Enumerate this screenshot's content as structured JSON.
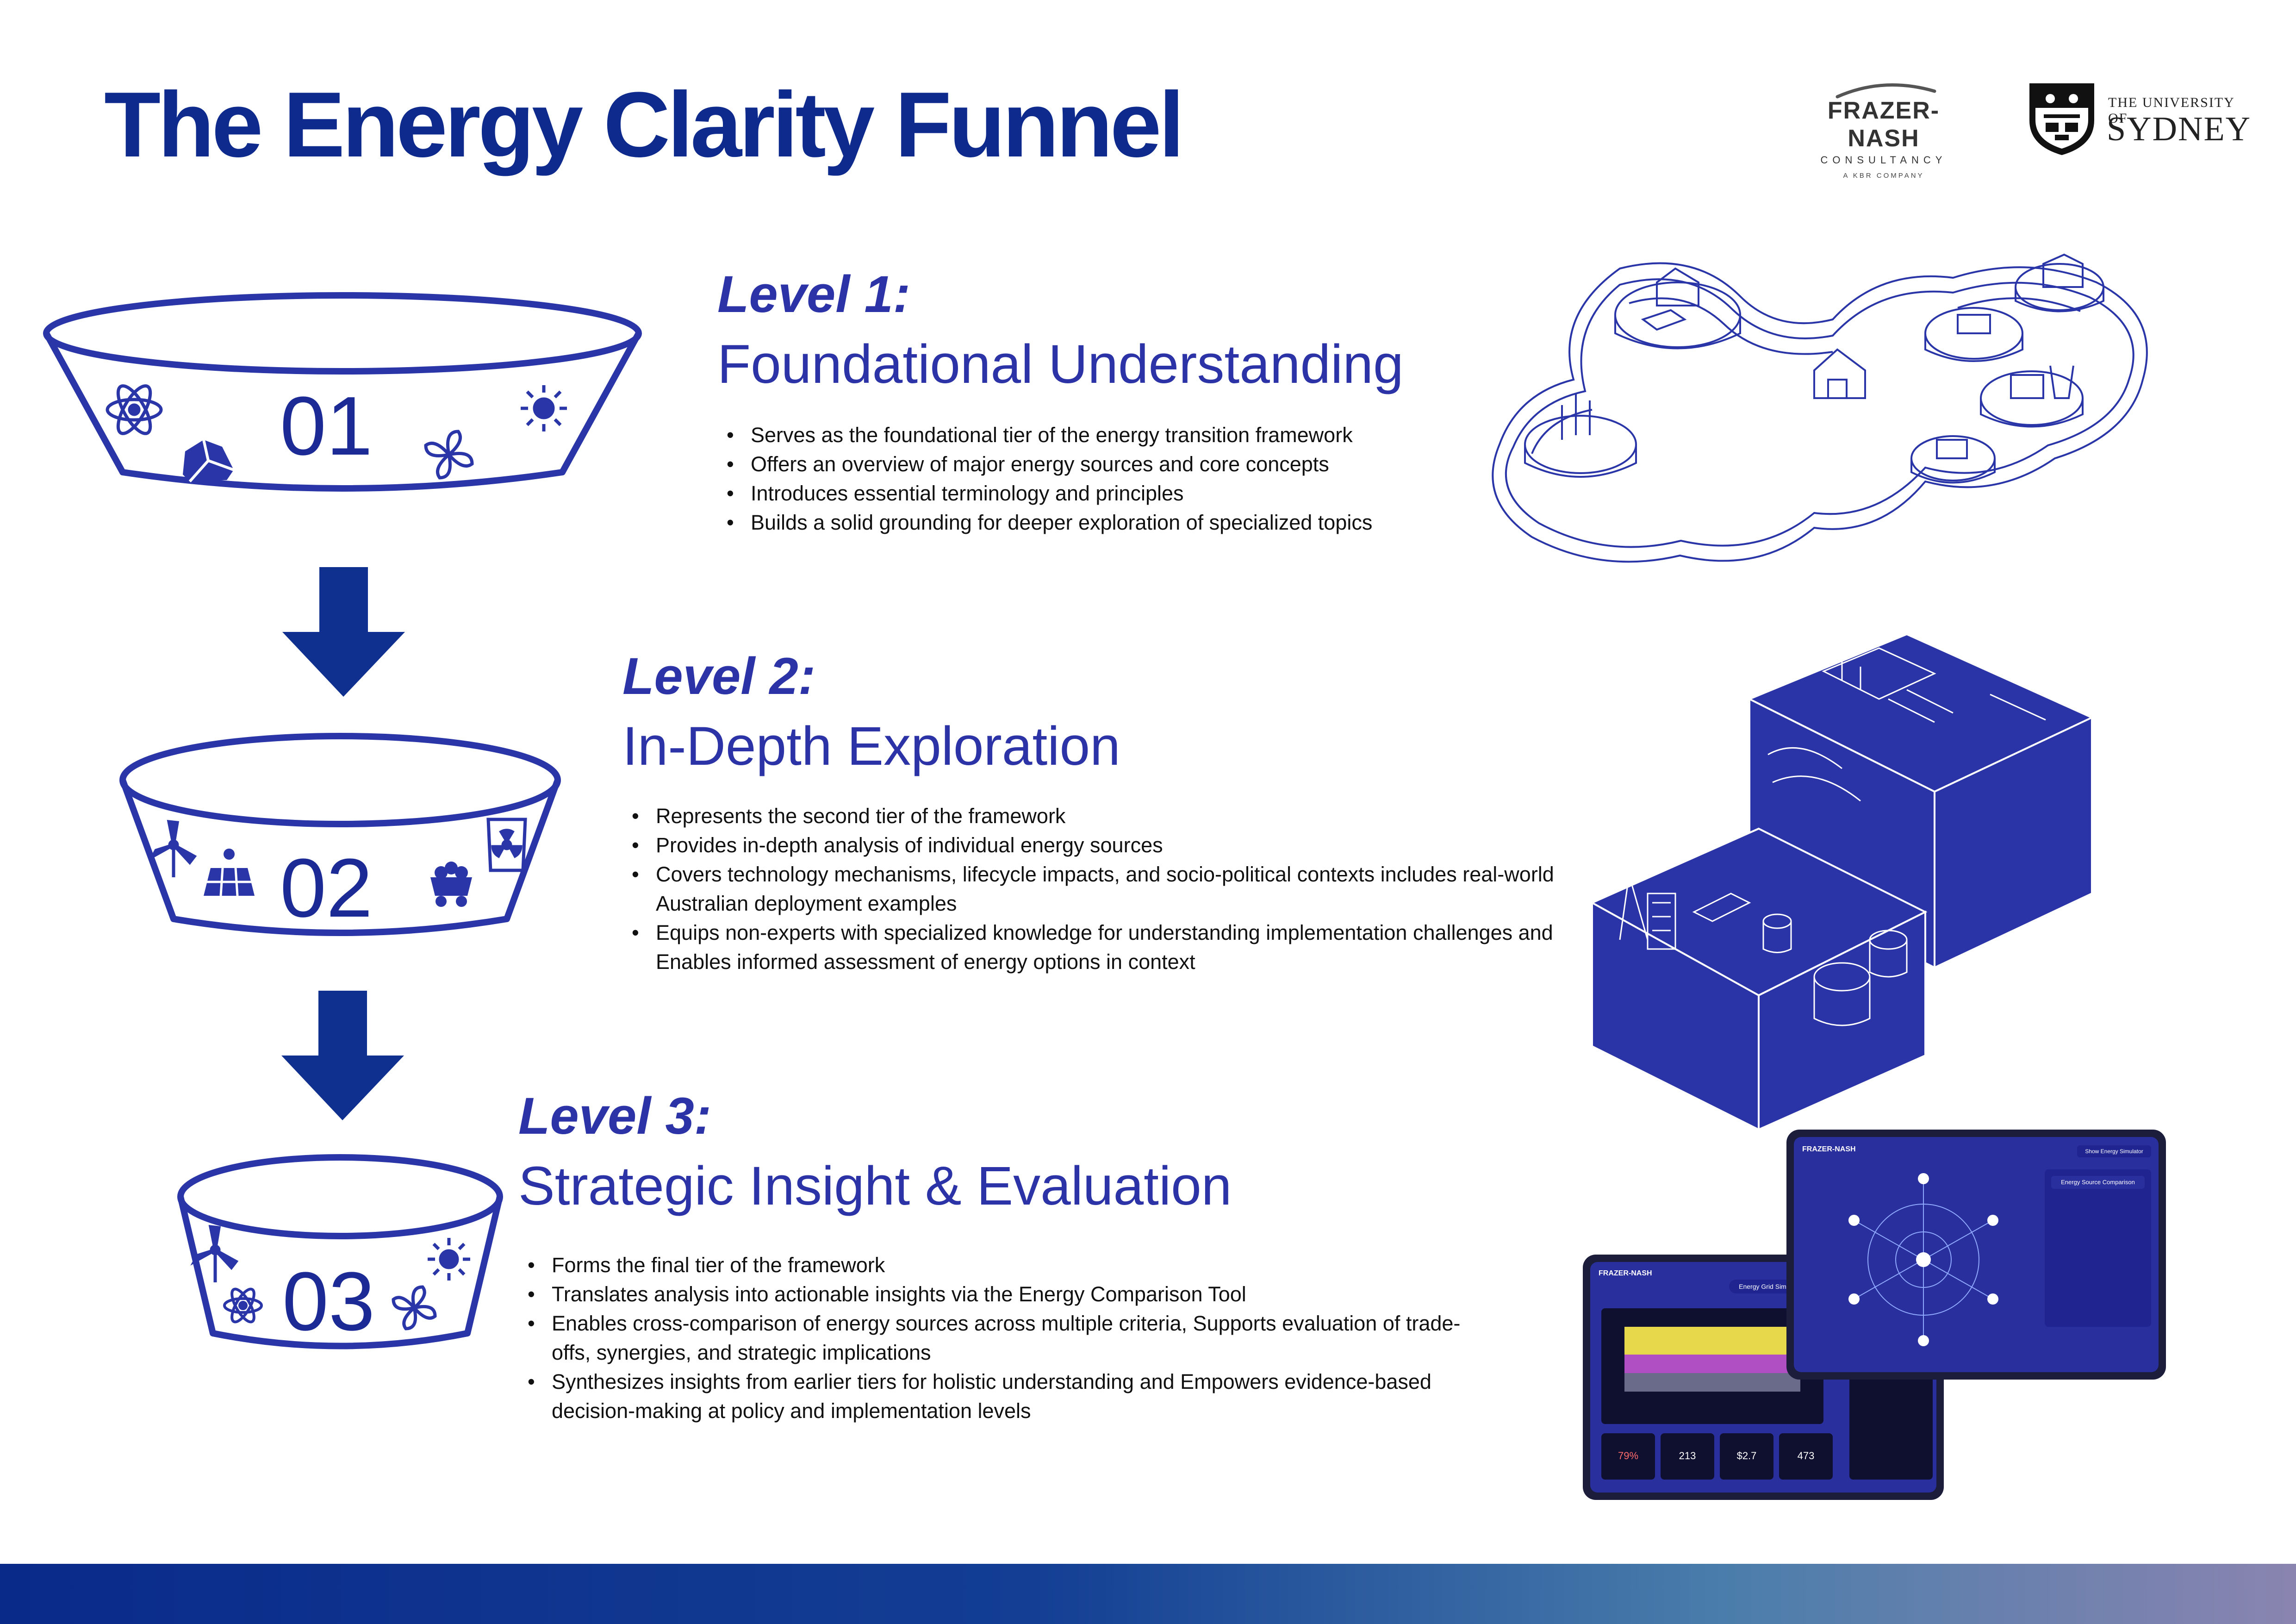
{
  "page": {
    "title": "The Energy Clarity Funnel"
  },
  "logos": {
    "frazer_nash": {
      "name": "FRAZER-NASH",
      "sub": "CONSULTANCY",
      "tag": "A KBR COMPANY"
    },
    "usyd": {
      "small": "THE UNIVERSITY OF",
      "big": "SYDNEY"
    }
  },
  "funnel": {
    "tiers": [
      {
        "number": "01",
        "icons": [
          "atom-icon",
          "coal-icon",
          "fan-icon",
          "sun-icon"
        ]
      },
      {
        "number": "02",
        "icons": [
          "wind-turbine-icon",
          "solar-panel-icon",
          "coal-cart-icon",
          "nuclear-barrel-icon"
        ]
      },
      {
        "number": "03",
        "icons": [
          "wind-turbine-icon",
          "atom-icon",
          "fan-icon",
          "sun-icon"
        ]
      }
    ],
    "arrow_icon": "arrow-down-icon"
  },
  "levels": [
    {
      "heading": "Level 1:",
      "subtitle": "Foundational Understanding",
      "bullets": [
        "Serves as the foundational tier of the energy transition framework",
        "Offers an overview of major energy sources and core concepts",
        "Introduces essential terminology and principles",
        "Builds a solid grounding for deeper exploration of specialized topics"
      ]
    },
    {
      "heading": "Level 2:",
      "subtitle": "In-Depth Exploration",
      "bullets": [
        "Represents the second tier of the framework",
        "Provides in-depth analysis of individual energy sources",
        "Covers technology mechanisms, lifecycle impacts, and socio-political contexts includes real-world Australian deployment examples",
        "Equips non-experts with specialized knowledge for understanding implementation challenges and Enables informed assessment of energy options in context"
      ]
    },
    {
      "heading": "Level 3:",
      "subtitle": "Strategic Insight & Evaluation",
      "bullets": [
        "Forms the final tier of the framework",
        "Translates analysis into actionable insights via the Energy Comparison Tool",
        "Enables cross-comparison of energy sources across multiple criteria, Supports evaluation of trade-offs, synergies, and strategic implications",
        "Synthesizes insights from earlier tiers for holistic understanding and Empowers evidence-based decision-making at policy and implementation levels"
      ]
    }
  ],
  "tablets": {
    "front": {
      "brand": "FRAZER-NASH",
      "title": "Energy Grid Simulator",
      "metric_values": [
        "79%",
        "213",
        "$2.7",
        "473"
      ]
    },
    "back": {
      "brand": "FRAZER-NASH",
      "button": "Show Energy Simulator",
      "panel_title": "Energy Source Comparison"
    }
  },
  "colors": {
    "title": "#0e2a8c",
    "accent": "#2b33a6",
    "funnel_stroke": "#2a36a8",
    "arrow": "#10308f",
    "iso_fill": "#2b34a6",
    "tablet_screen": "#2a2f9e"
  }
}
